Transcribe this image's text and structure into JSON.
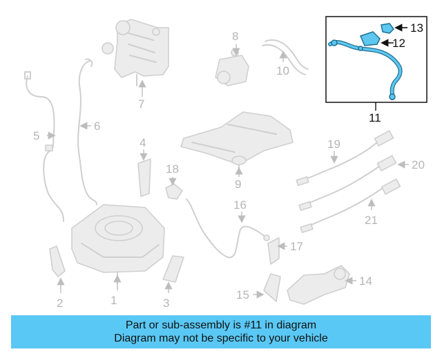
{
  "diagram": {
    "callouts": {
      "n1": "1",
      "n2": "2",
      "n3": "3",
      "n4": "4",
      "n5": "5",
      "n6": "6",
      "n7": "7",
      "n8": "8",
      "n9": "9",
      "n10": "10",
      "n11": "11",
      "n12": "12",
      "n13": "13",
      "n14": "14",
      "n15": "15",
      "n16": "16",
      "n17": "17",
      "n18": "18",
      "n19": "19",
      "n20": "20",
      "n21": "21"
    },
    "highlighted_part": "11",
    "highlight_color": "#5ec7ef",
    "ghost_color": "#cfcfcf"
  },
  "banner": {
    "line1": "Part or sub-assembly is #11 in diagram",
    "line2": "Diagram may not be specific to your vehicle",
    "color": "#5ac8f5"
  }
}
